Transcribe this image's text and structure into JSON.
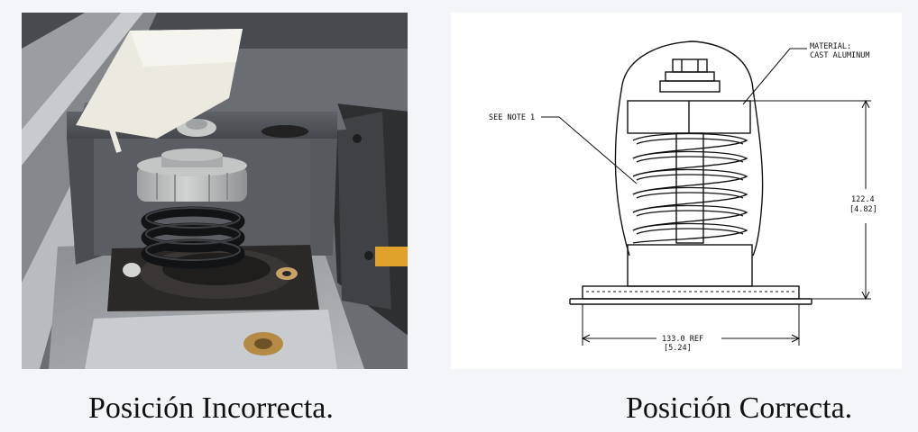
{
  "captions": {
    "left": "Posición Incorrecta.",
    "right": "Posición Correcta."
  },
  "drawing": {
    "material_label_line1": "MATERIAL:",
    "material_label_line2": "CAST ALUMINUM",
    "note_label": "SEE NOTE 1",
    "height_dim_line1": "122.4",
    "height_dim_line2": "[4.82]",
    "width_dim_line1": "133.0  REF",
    "width_dim_line2": "[5.24]"
  },
  "colors": {
    "bracket": "#4f5357",
    "spring": "#1c1d1f",
    "cap": "#b9bcbc",
    "rubber": "#2b2927"
  }
}
